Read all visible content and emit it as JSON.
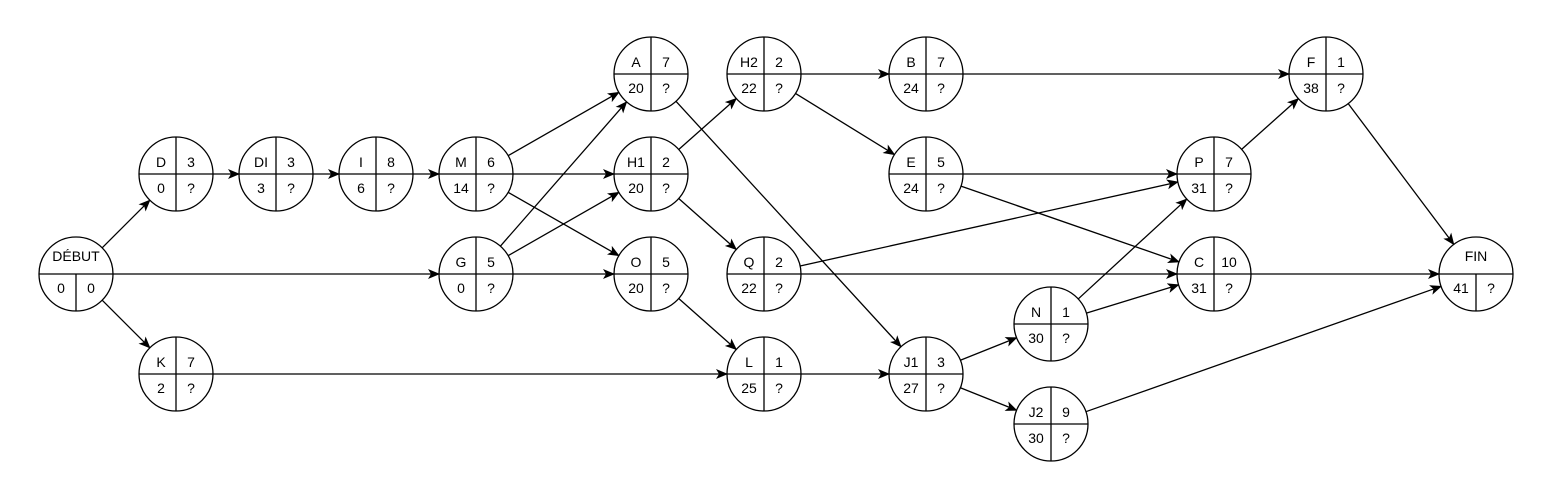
{
  "diagram": {
    "type": "pert-network",
    "colors": {
      "stroke": "#000000",
      "background": "#ffffff"
    },
    "nodes": [
      {
        "id": "DEBUT",
        "name": "DÉBUT",
        "duration": "",
        "earliest": "0",
        "latest": "0",
        "style": "top-only"
      },
      {
        "id": "D",
        "name": "D",
        "duration": "3",
        "earliest": "0",
        "latest": "?"
      },
      {
        "id": "DI",
        "name": "DI",
        "duration": "3",
        "earliest": "3",
        "latest": "?"
      },
      {
        "id": "I",
        "name": "I",
        "duration": "8",
        "earliest": "6",
        "latest": "?"
      },
      {
        "id": "M",
        "name": "M",
        "duration": "6",
        "earliest": "14",
        "latest": "?"
      },
      {
        "id": "G",
        "name": "G",
        "duration": "5",
        "earliest": "0",
        "latest": "?"
      },
      {
        "id": "K",
        "name": "K",
        "duration": "7",
        "earliest": "2",
        "latest": "?"
      },
      {
        "id": "A",
        "name": "A",
        "duration": "7",
        "earliest": "20",
        "latest": "?"
      },
      {
        "id": "H1",
        "name": "H1",
        "duration": "2",
        "earliest": "20",
        "latest": "?"
      },
      {
        "id": "O",
        "name": "O",
        "duration": "5",
        "earliest": "20",
        "latest": "?"
      },
      {
        "id": "H2",
        "name": "H2",
        "duration": "2",
        "earliest": "22",
        "latest": "?"
      },
      {
        "id": "Q",
        "name": "Q",
        "duration": "2",
        "earliest": "22",
        "latest": "?"
      },
      {
        "id": "L",
        "name": "L",
        "duration": "1",
        "earliest": "25",
        "latest": "?"
      },
      {
        "id": "B",
        "name": "B",
        "duration": "7",
        "earliest": "24",
        "latest": "?"
      },
      {
        "id": "E",
        "name": "E",
        "duration": "5",
        "earliest": "24",
        "latest": "?"
      },
      {
        "id": "J1",
        "name": "J1",
        "duration": "3",
        "earliest": "27",
        "latest": "?"
      },
      {
        "id": "N",
        "name": "N",
        "duration": "1",
        "earliest": "30",
        "latest": "?"
      },
      {
        "id": "J2",
        "name": "J2",
        "duration": "9",
        "earliest": "30",
        "latest": "?"
      },
      {
        "id": "P",
        "name": "P",
        "duration": "7",
        "earliest": "31",
        "latest": "?"
      },
      {
        "id": "C",
        "name": "C",
        "duration": "10",
        "earliest": "31",
        "latest": "?"
      },
      {
        "id": "F",
        "name": "F",
        "duration": "1",
        "earliest": "38",
        "latest": "?"
      },
      {
        "id": "FIN",
        "name": "FIN",
        "duration": "",
        "earliest": "41",
        "latest": "?",
        "style": "top-only"
      }
    ],
    "edges": [
      [
        "DEBUT",
        "D"
      ],
      [
        "DEBUT",
        "G"
      ],
      [
        "DEBUT",
        "K"
      ],
      [
        "D",
        "DI"
      ],
      [
        "DI",
        "I"
      ],
      [
        "I",
        "M"
      ],
      [
        "M",
        "A"
      ],
      [
        "M",
        "H1"
      ],
      [
        "M",
        "O"
      ],
      [
        "G",
        "A"
      ],
      [
        "G",
        "H1"
      ],
      [
        "G",
        "O"
      ],
      [
        "K",
        "L"
      ],
      [
        "A",
        "J1"
      ],
      [
        "H1",
        "H2"
      ],
      [
        "H1",
        "Q"
      ],
      [
        "O",
        "L"
      ],
      [
        "H2",
        "B"
      ],
      [
        "H2",
        "E"
      ],
      [
        "Q",
        "P"
      ],
      [
        "Q",
        "C"
      ],
      [
        "L",
        "J1"
      ],
      [
        "B",
        "F"
      ],
      [
        "E",
        "P"
      ],
      [
        "E",
        "C"
      ],
      [
        "J1",
        "N"
      ],
      [
        "J1",
        "J2"
      ],
      [
        "N",
        "P"
      ],
      [
        "N",
        "C"
      ],
      [
        "J2",
        "FIN"
      ],
      [
        "P",
        "F"
      ],
      [
        "C",
        "FIN"
      ],
      [
        "F",
        "FIN"
      ]
    ]
  }
}
